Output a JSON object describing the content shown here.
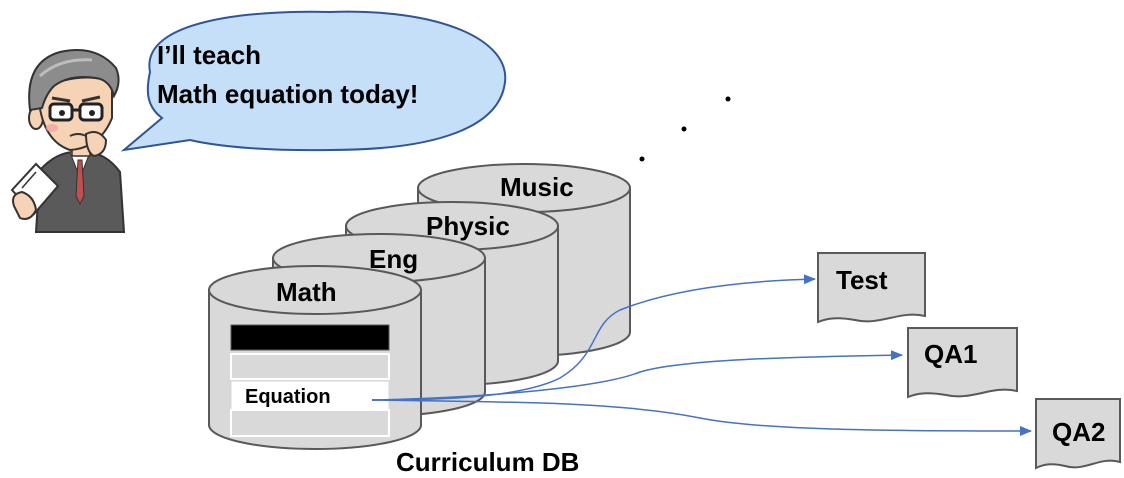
{
  "speech": {
    "line1": "I’ll teach",
    "line2": "Math equation today!"
  },
  "databases": [
    {
      "label": "Music"
    },
    {
      "label": "Physic"
    },
    {
      "label": "Eng"
    },
    {
      "label": "Math"
    }
  ],
  "math_table": {
    "row_label": "Equation"
  },
  "outputs": [
    {
      "label": "Test"
    },
    {
      "label": "QA1"
    },
    {
      "label": "QA2"
    }
  ],
  "caption": "Curriculum DB",
  "colors": {
    "cylinder_fill": "#d9d9d9",
    "outline": "#595959",
    "bubble_fill": "#c5dff8",
    "bubble_stroke": "#2f5597",
    "arrow": "#4472c4",
    "doc_fill": "#d9d9d9"
  },
  "icons": {
    "teacher": "teacher-with-clipboard-icon"
  }
}
